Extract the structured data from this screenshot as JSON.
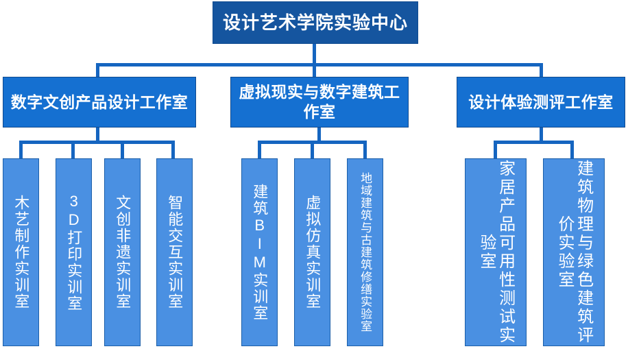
{
  "diagram": {
    "title": "设计艺术学院实验中心",
    "type": "organizational-chart",
    "root": {
      "label": "设计艺术学院实验中心"
    },
    "studios": [
      {
        "label": "数字文创产品设计工作室"
      },
      {
        "label": "虚拟现实与数字建筑工作室"
      },
      {
        "label": "设计体验测评工作室"
      }
    ],
    "labs": [
      {
        "label": "木艺制作实训室"
      },
      {
        "label": "3D打印实训室"
      },
      {
        "label": "文创非遗实训室"
      },
      {
        "label": "智能交互实训室"
      },
      {
        "label": "建筑BIM实训室"
      },
      {
        "label": "虚拟仿真实训室"
      },
      {
        "label": "地域建筑与古建筑修缮实验室"
      },
      {
        "label": "家居产品可用性测试实验室"
      },
      {
        "label": "建筑物理与绿色建筑评价实验室"
      }
    ],
    "colors": {
      "root_fill": "#15559f",
      "studio_fill": "#1570d1",
      "lab_fill": "#4a90e2",
      "border": "#0f4a8f",
      "connector": "#1565c0",
      "text": "#ffffff",
      "background": "#ffffff"
    }
  }
}
